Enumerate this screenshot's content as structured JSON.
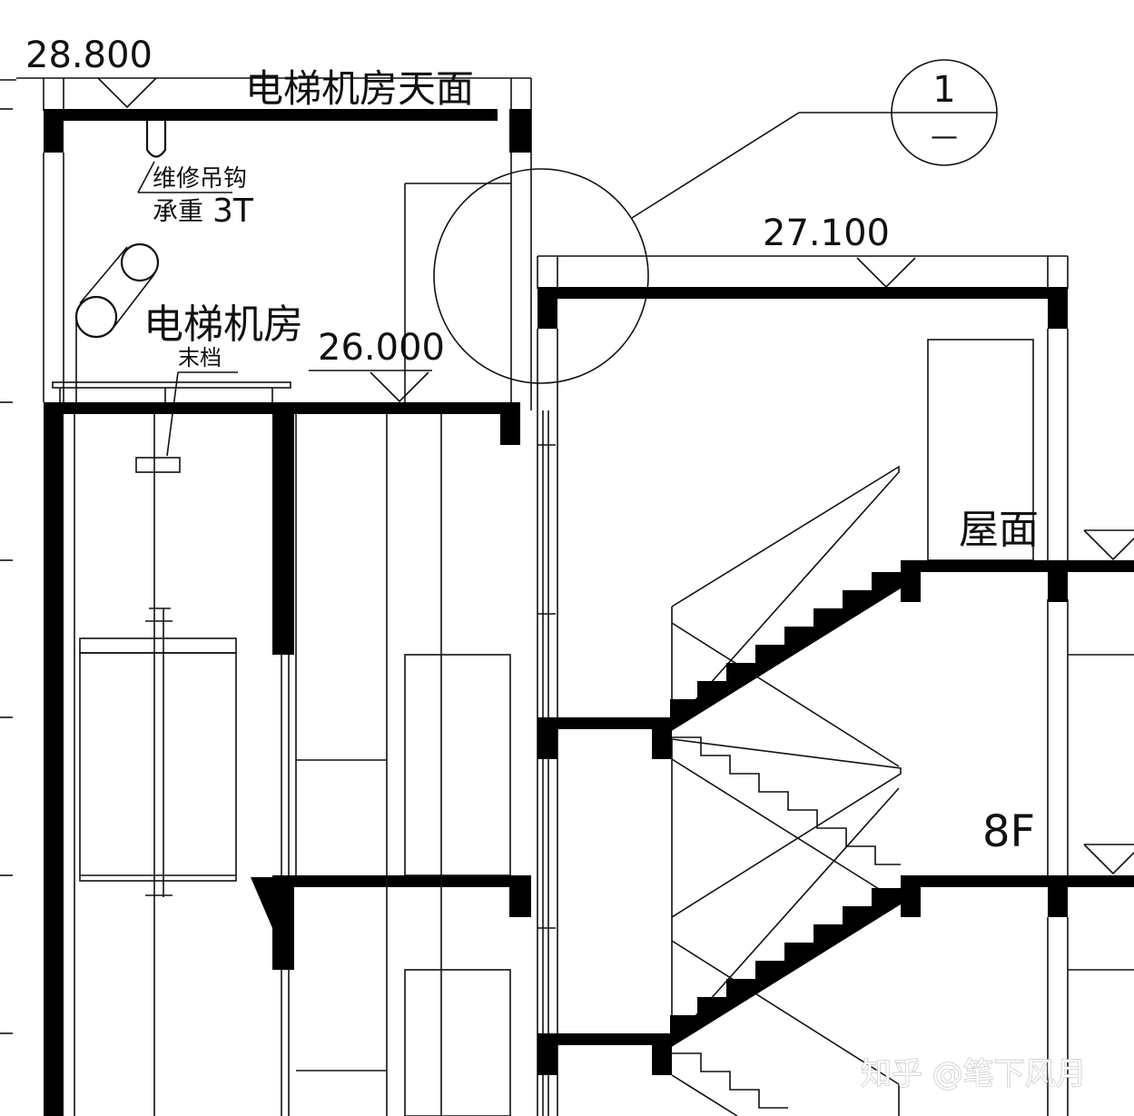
{
  "levels": {
    "machine_room_roof": "28.800",
    "stair_roof": "27.100",
    "machine_room_floor": "26.000"
  },
  "labels": {
    "machine_room_roof_name": "电梯机房天面",
    "maintenance_hook": "维修吊钩",
    "hook_load_prefix": "承重",
    "hook_load_value": "3T",
    "machine_room": "电梯机房",
    "buffer_stop": "末档",
    "roof": "屋面",
    "floor_8": "8F"
  },
  "detail_callout": {
    "number": "1",
    "sheet": "—"
  },
  "watermark": "知乎 @笔下风月",
  "colors": {
    "line": "#111111",
    "fill": "#000000",
    "background": "#ffffff"
  }
}
